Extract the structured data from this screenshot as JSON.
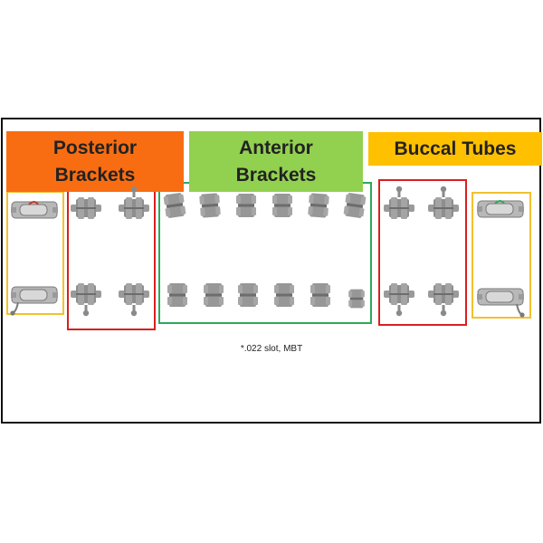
{
  "labels": {
    "posterior": "Posterior\nBrackets",
    "anterior": "Anterior\nBrackets",
    "buccal": "Buccal Tubes"
  },
  "footnote": "*.022 slot, MBT",
  "colors": {
    "posterior_label_bg": "#f96d12",
    "anterior_label_bg": "#92d050",
    "buccal_label_bg": "#ffc000",
    "buccal_box": "#f2c12e",
    "posterior_box": "#d9201f",
    "anterior_box": "#2ea85c",
    "bracket_fill": "#9a9a9a",
    "bracket_dark": "#6d6d6d"
  }
}
